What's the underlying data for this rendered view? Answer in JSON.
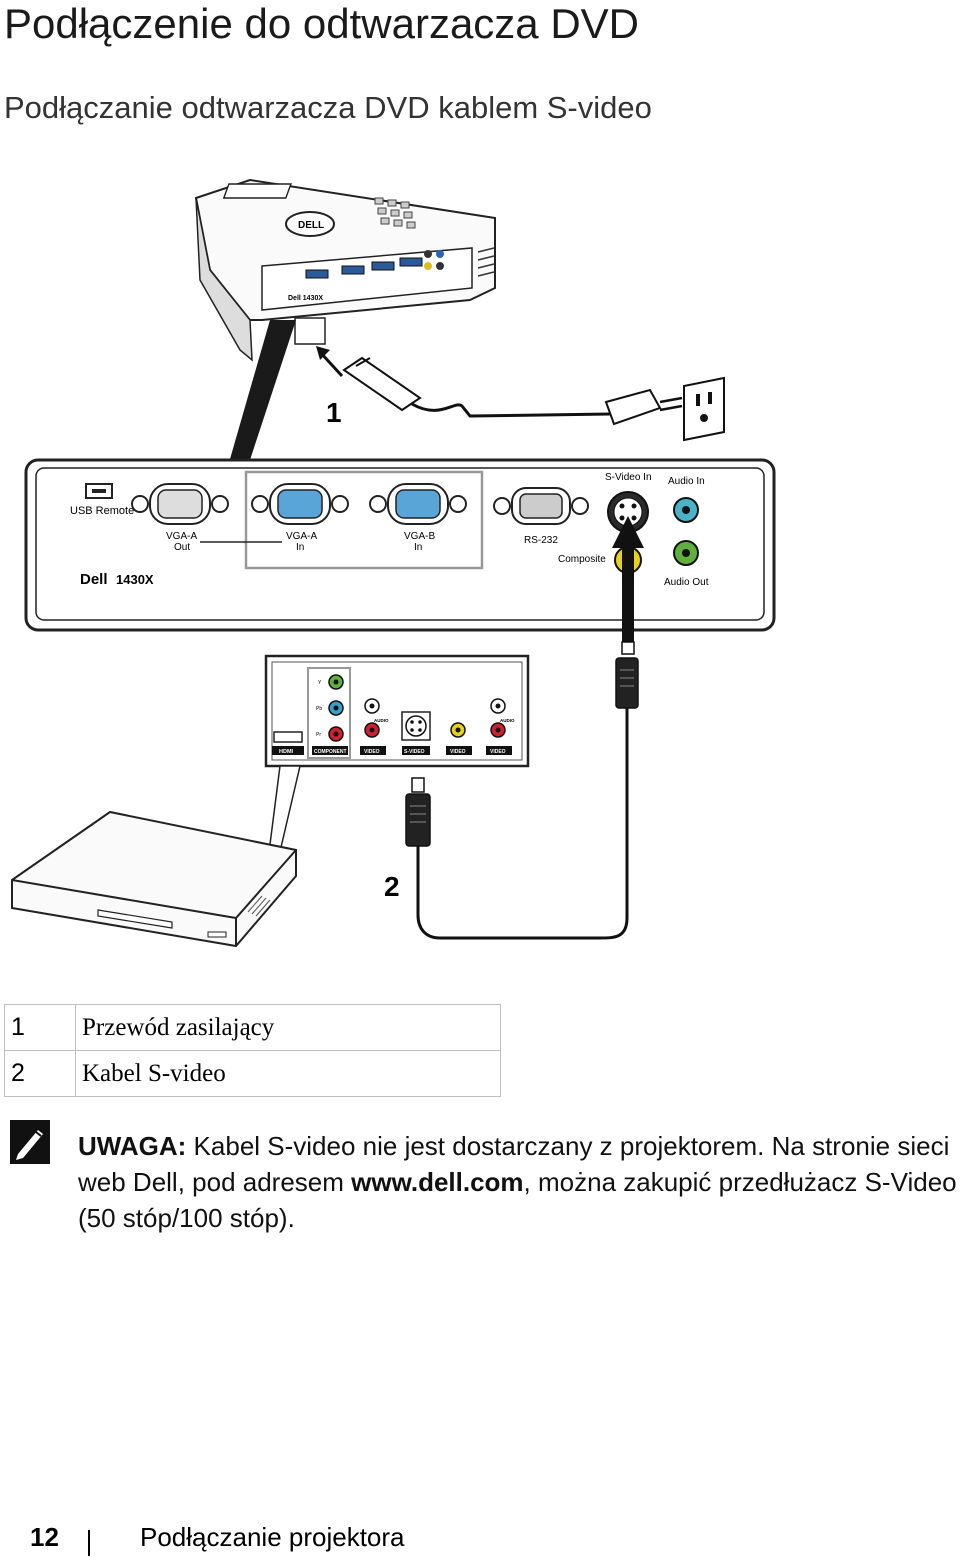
{
  "header": {
    "title": "Podłączenie do odtwarzacza DVD",
    "subtitle": "Podłączanie odtwarzacza DVD kablem S-video"
  },
  "diagram": {
    "callout_1": "1",
    "callout_2": "2",
    "projector_panel": {
      "usb": "USB Remote",
      "vga_a_out": [
        "VGA-A",
        "Out"
      ],
      "vga_a_in": [
        "VGA-A",
        "In"
      ],
      "vga_b_in": [
        "VGA-B",
        "In"
      ],
      "rs232": "RS-232",
      "svideo_in": "S-Video In",
      "audio_in": "Audio In",
      "composite": "Composite",
      "audio_out": "Audio Out",
      "brand": "Dell",
      "model": "1430X"
    },
    "dvd_panel": {
      "hdmi": "HDMI",
      "component": "COMPONENT",
      "video1": "VIDEO",
      "svideo": "S-VIDEO",
      "video2": "VIDEO",
      "video3": "VIDEO",
      "audio1": "AUDIO",
      "audio2": "AUDIO",
      "y": "Y",
      "pb": "Pb",
      "pr": "Pr"
    }
  },
  "legend": [
    {
      "num": "1",
      "label": "Przewód zasilający"
    },
    {
      "num": "2",
      "label": "Kabel S-video"
    }
  ],
  "note": {
    "label": "UWAGA:",
    "text1": " Kabel S-video nie jest dostarczany z projektorem. Na stronie sieci web Dell, pod adresem ",
    "link": "www.dell.com",
    "text2": ", można zakupić przedłużacz S-Video (50 stóp/100 stóp)."
  },
  "footer": {
    "page": "12",
    "section": "Podłączanie projektora"
  }
}
